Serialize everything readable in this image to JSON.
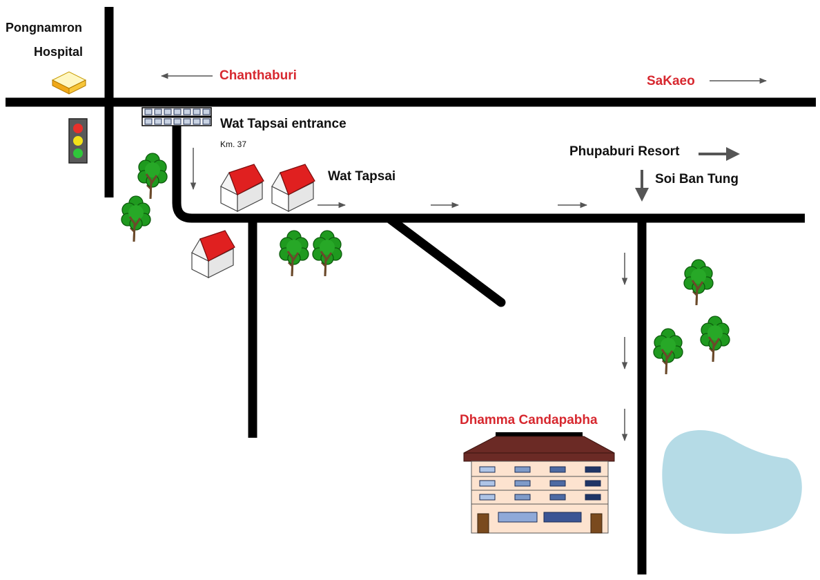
{
  "map": {
    "labels": {
      "hospital_line1": "Pongnamron",
      "hospital_line2": "Hospital",
      "chanthaburi": "Chanthaburi",
      "sakaeo": "SaKaeo",
      "entrance": "Wat Tapsai entrance",
      "km": "Km. 37",
      "wat_tapsai": "Wat Tapsai",
      "phupaburi": "Phupaburi Resort",
      "soi_ban_tung": "Soi Ban Tung",
      "dhamma": "Dhamma Candapabha"
    },
    "colors": {
      "road": "#000000",
      "highlight_label": "#d7282f",
      "roof": "#e02020",
      "tree": "#1f9a1f",
      "trunk": "#6b4a2b",
      "pond": "#b5dbe6",
      "building_wall": "#fde3cf",
      "building_roof": "#6b2a25",
      "traffic_red": "#e8302a",
      "traffic_yellow": "#f2e21a",
      "traffic_green": "#2fc63a"
    },
    "icons": [
      "hospital-icon",
      "traffic-light-icon",
      "bridge-icon",
      "house-icon",
      "tree-icon",
      "pond-icon",
      "meditation-center-icon",
      "arrow-icon"
    ]
  }
}
